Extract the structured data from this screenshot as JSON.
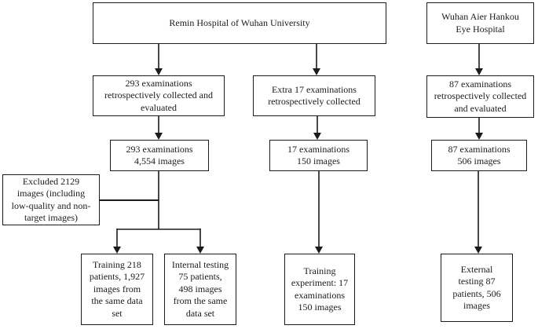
{
  "colors": {
    "line": "#1b1b1b",
    "background": "#ffffff",
    "text": "#1b1b1b"
  },
  "flowchart": {
    "boxes": {
      "remin_hospital": "Remin Hospital of Wuhan University",
      "aier_hospital": "Wuhan Aier Hankou\nEye Hospital",
      "remin_exams": "293 examinations\nretrospectively collected and\nevaluated",
      "extra_exams": "Extra 17 examinations\nretrospectively collected",
      "aier_exams": "87 examinations\nretrospectively collected\nand evaluated",
      "remin_images": "293 examinations\n4,554 images",
      "extra_images": "17 examinations\n150 images",
      "aier_images": "87 examinations\n506 images",
      "excluded": "Excluded 2129\nimages (including\nlow-quality and non-\ntarget images)",
      "training": "Training 218\npatients, 1,927\nimages from\nthe same data\nset",
      "internal_testing": "Internal testing\n75 patients,\n498 images\nfrom the same\ndata set",
      "training_experiment": "Training\nexperiment: 17\nexaminations\n150 images",
      "external_testing": "External\ntesting 87\npatients, 506\nimages"
    }
  }
}
